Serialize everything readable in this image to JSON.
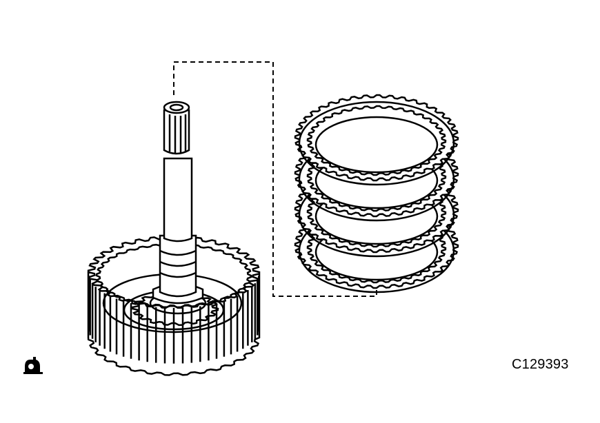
{
  "figure": {
    "code": "C129393",
    "icon": "service-manual-icon",
    "parts": {
      "shaft": "shaft-with-drum-hub",
      "plates": "clutch-disc-stack"
    },
    "plate_count": 4,
    "colors": {
      "line": "#000000",
      "background": "#ffffff"
    }
  }
}
